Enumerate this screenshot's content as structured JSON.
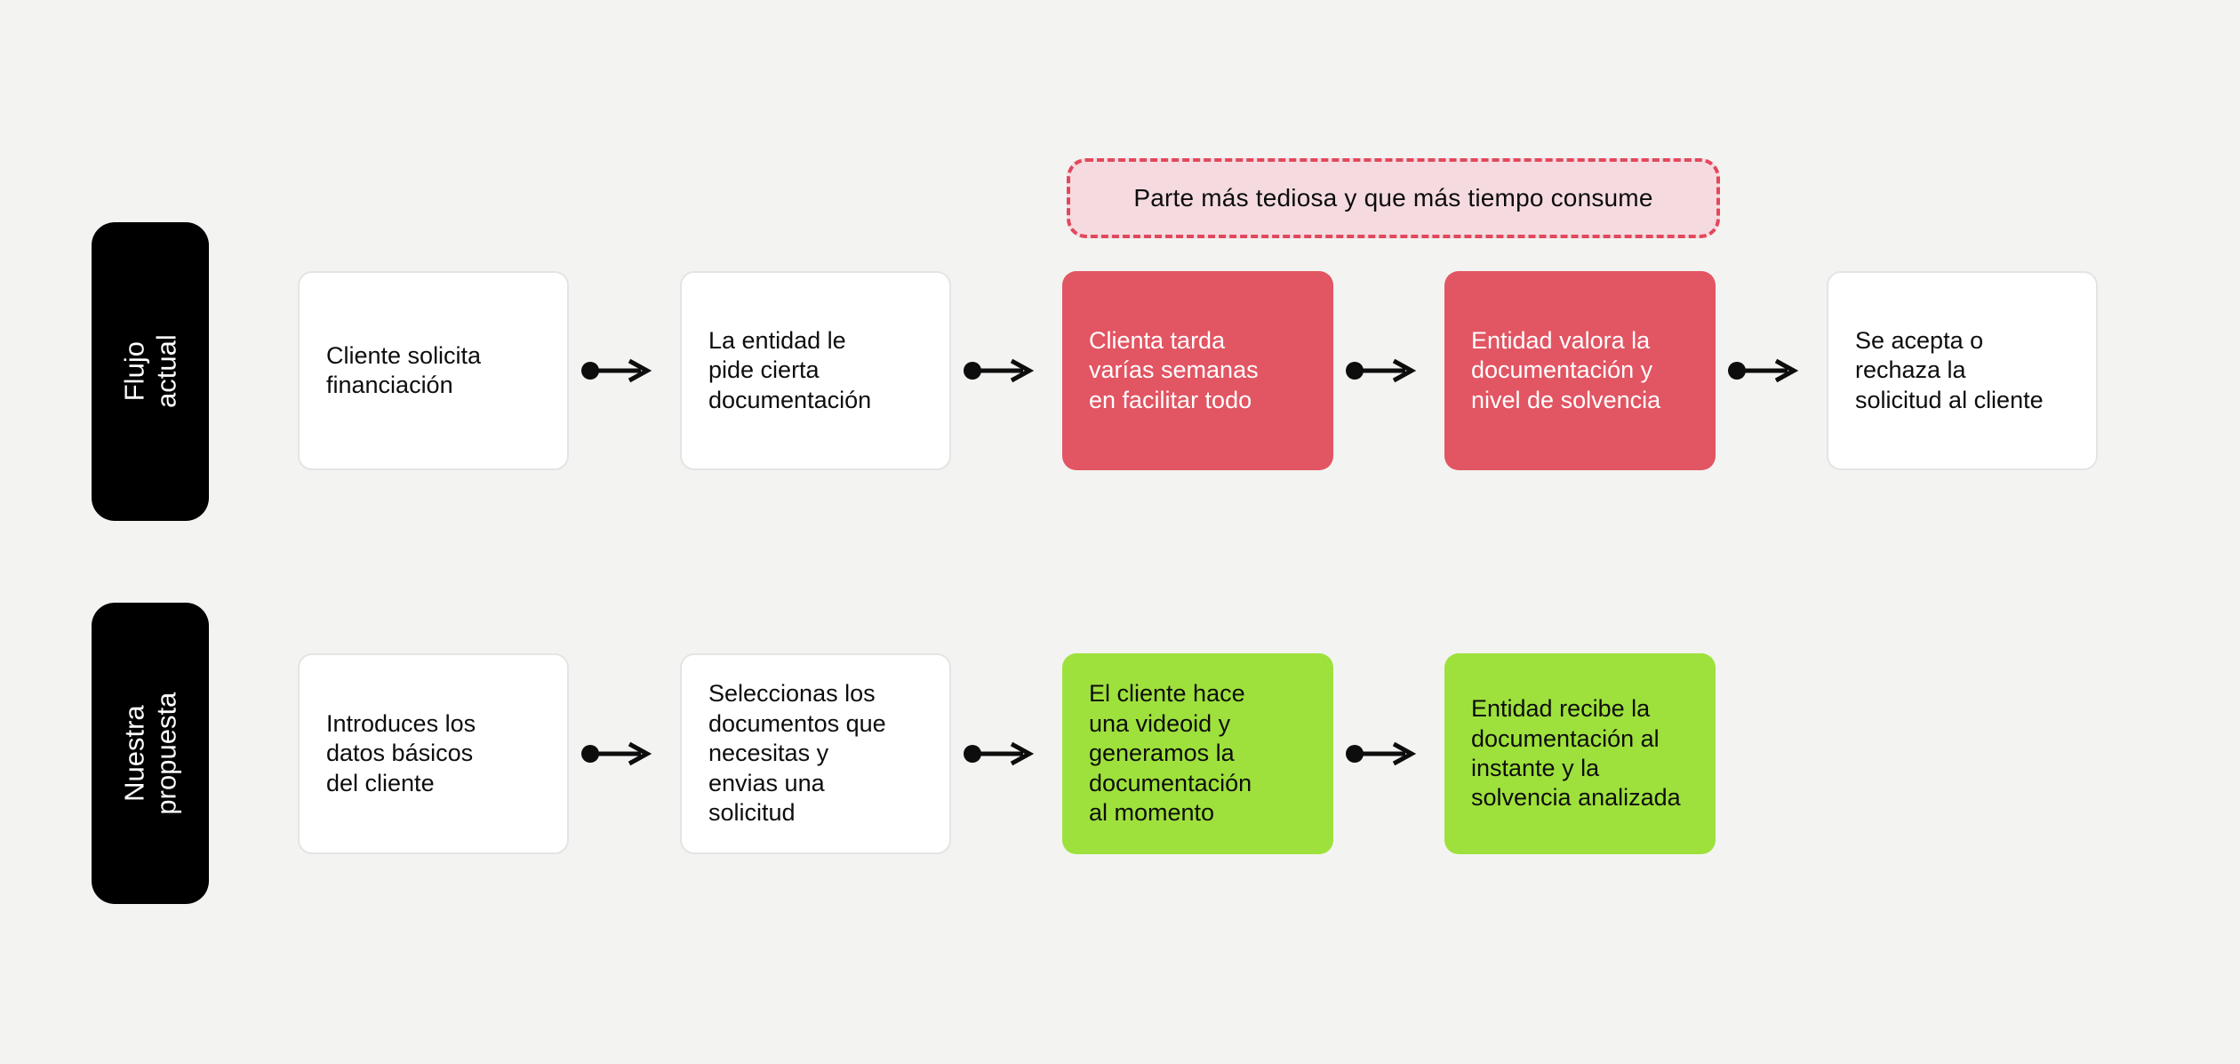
{
  "colors": {
    "bg": "#F3F3F1",
    "node-white": "#FFFFFF",
    "node-border": "#E4E4E4",
    "node-red": "#E25563",
    "node-green": "#9EE13C",
    "annotation-fill": "#F5DBE0",
    "annotation-border": "#E2485C",
    "lane-bg": "#000000",
    "ink": "#0D0D0D"
  },
  "annotation": {
    "text": "Parte más tediosa y que más tiempo consume"
  },
  "rows": [
    {
      "label": "Flujo actual",
      "steps": [
        {
          "lines": [
            "Cliente solicita",
            "financiación"
          ],
          "variant": "white"
        },
        {
          "lines": [
            "La entidad le",
            "pide cierta",
            "documentación"
          ],
          "variant": "white"
        },
        {
          "lines": [
            "Clienta tarda",
            "varías semanas",
            "en facilitar todo"
          ],
          "variant": "red"
        },
        {
          "lines": [
            "Entidad valora la",
            "documentación y",
            "nivel de solvencia"
          ],
          "variant": "red"
        },
        {
          "lines": [
            "Se acepta o",
            "rechaza la",
            "solicitud al cliente"
          ],
          "variant": "white"
        }
      ]
    },
    {
      "label": [
        "Nuestra",
        "propuesta"
      ],
      "steps": [
        {
          "lines": [
            "Introduces los",
            "datos básicos",
            "del cliente"
          ],
          "variant": "white"
        },
        {
          "lines": [
            "Seleccionas los",
            "documentos que",
            "necesitas y",
            "envias una",
            "solicitud"
          ],
          "variant": "white"
        },
        {
          "lines": [
            "El cliente hace",
            "una videoid y",
            "generamos la",
            "documentación",
            "al momento"
          ],
          "variant": "green"
        },
        {
          "lines": [
            "Entidad recibe la",
            "documentación al",
            "instante y la",
            "solvencia analizada"
          ],
          "variant": "green"
        }
      ]
    }
  ]
}
